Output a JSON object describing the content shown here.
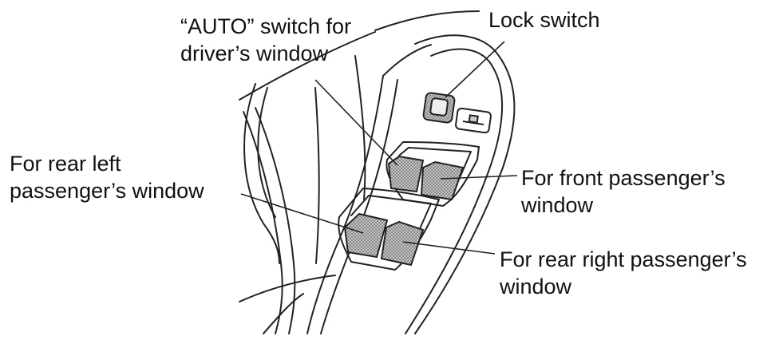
{
  "diagram": {
    "colors": {
      "line": "#222222",
      "switch_fill": "#8c8c8c",
      "background": "#ffffff"
    },
    "labels": {
      "auto_switch": [
        "“AUTO” switch for",
        "driver’s window"
      ],
      "lock_switch": [
        "Lock switch"
      ],
      "rear_left": [
        "For rear left",
        "passenger’s window"
      ],
      "front_passenger": [
        "For front passenger’s",
        "window"
      ],
      "rear_right": [
        "For rear right passenger’s",
        "window"
      ]
    }
  }
}
